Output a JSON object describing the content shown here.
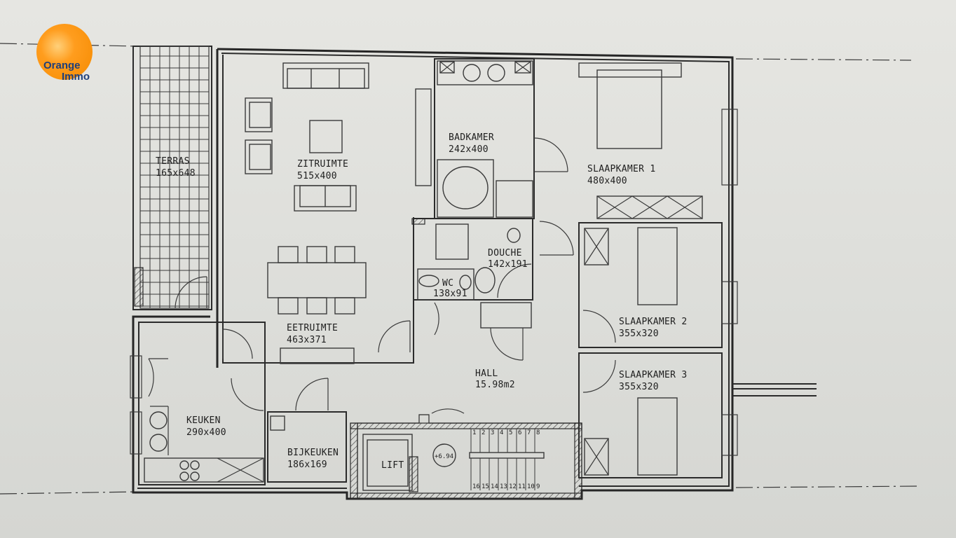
{
  "brand": {
    "line1": "Orange",
    "line2": "Immo",
    "color": "#f58a00",
    "text_color": "#1f3f7a"
  },
  "rooms": [
    {
      "id": "terras",
      "name": "TERRAS",
      "size": "165x648"
    },
    {
      "id": "zitruimte",
      "name": "ZITRUIMTE",
      "size": "515x400"
    },
    {
      "id": "badkamer",
      "name": "BADKAMER",
      "size": "242x400"
    },
    {
      "id": "slaapkamer1",
      "name": "SLAAPKAMER 1",
      "size": "480x400"
    },
    {
      "id": "douche",
      "name": "DOUCHE",
      "size": "142x191"
    },
    {
      "id": "wc",
      "name": "WC",
      "size": "138x91"
    },
    {
      "id": "slaapkamer2",
      "name": "SLAAPKAMER 2",
      "size": "355x320"
    },
    {
      "id": "eetruimte",
      "name": "EETRUIMTE",
      "size": "463x371"
    },
    {
      "id": "hall",
      "name": "HALL",
      "size": "15.98m2"
    },
    {
      "id": "slaapkamer3",
      "name": "SLAAPKAMER 3",
      "size": "355x320"
    },
    {
      "id": "keuken",
      "name": "KEUKEN",
      "size": "290x400"
    },
    {
      "id": "bijkeuken",
      "name": "BIJKEUKEN",
      "size": "186x169"
    }
  ],
  "lift_label": "LIFT",
  "level_marker": "+6.94",
  "stair_steps": [
    "1",
    "2",
    "3",
    "4",
    "5",
    "6",
    "7",
    "8",
    "9",
    "10",
    "11",
    "12",
    "13",
    "14",
    "15",
    "16"
  ]
}
